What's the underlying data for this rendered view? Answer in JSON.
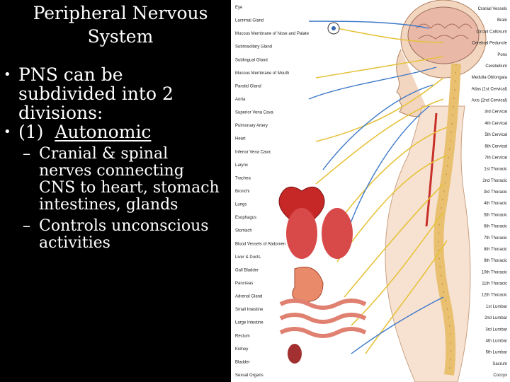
{
  "slide": {
    "title_line1": "Peripheral Nervous",
    "title_line2": "System",
    "bullet1": {
      "line1": "PNS can be",
      "line2": "subdivided into 2",
      "line3": "divisions:"
    },
    "bullet2": {
      "prefix": "(1)",
      "term": "Autonomic"
    },
    "sub1": {
      "line1": "Cranial & spinal",
      "line2": "nerves connecting",
      "line3": "CNS to heart, stomach",
      "line4": "intestines, glands"
    },
    "sub2": {
      "line1": "Controls unconscious",
      "line2": "activities"
    },
    "bullet_char": "•",
    "dash_char": "–"
  },
  "figure": {
    "left_labels": [
      "Eye",
      "Lacrimal Gland",
      "Mucous Membrane of Nose and Palate",
      "Submaxillary Gland",
      "Sublingual Gland",
      "Mucous Membrane of Mouth",
      "Parotid Gland",
      "Aorta",
      "Superior Vena Cava",
      "Pulmonary Artery",
      "Heart",
      "Inferior Vena Cava",
      "Larynx",
      "Trachea",
      "Bronchi",
      "Lungs",
      "Esophagus",
      "Stomach",
      "Blood Vessels of Abdomen",
      "Liver & Ducts",
      "Gall Bladder",
      "Pancreas",
      "Adrenal Gland",
      "Small Intestine",
      "Large Intestine",
      "Rectum",
      "Kidney",
      "Bladder",
      "Sexual Organs"
    ],
    "right_labels": [
      "Cranial Vessels",
      "Brain",
      "Circuit Callosum",
      "Cerebral Peduncle",
      "Pons",
      "Cerebellum",
      "Medulla Oblongata",
      "Atlas (1st Cervical)",
      "Axis (2nd Cervical)",
      "3rd Cervical",
      "4th Cervical",
      "5th Cervical",
      "6th Cervical",
      "7th Cervical",
      "1st Thoracic",
      "2nd Thoracic",
      "3rd Thoracic",
      "4th Thoracic",
      "5th Thoracic",
      "6th Thoracic",
      "7th Thoracic",
      "8th Thoracic",
      "9th Thoracic",
      "10th Thoracic",
      "11th Thoracic",
      "12th Thoracic",
      "1st Lumbar",
      "2nd Lumbar",
      "3rd Lumbar",
      "4th Lumbar",
      "5th Lumbar",
      "Sacrum",
      "Coccyx"
    ]
  }
}
